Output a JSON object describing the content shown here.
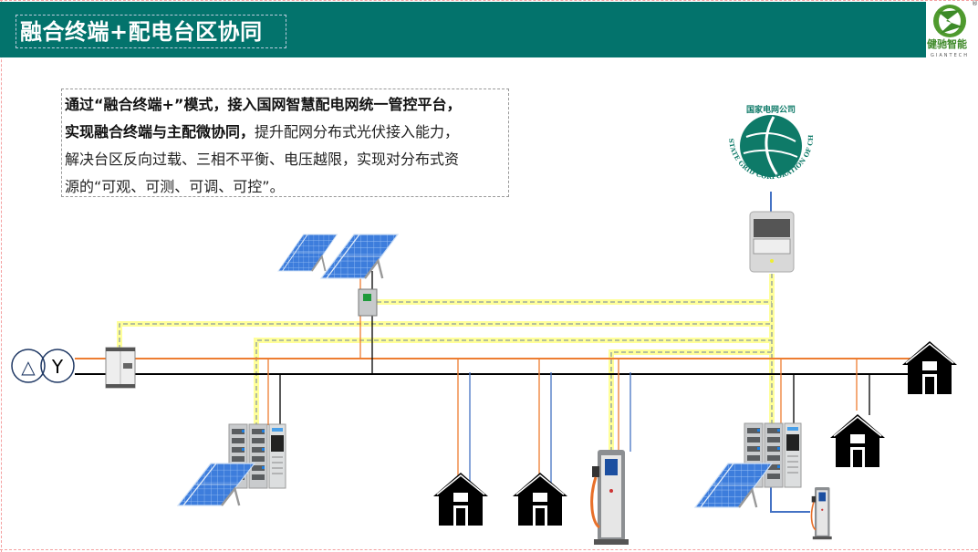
{
  "header": {
    "title": "融合终端+配电台区协同",
    "logo_cn": "健驰智能",
    "logo_en": "GIANTECH",
    "logo_reg": "®"
  },
  "description": {
    "bold_1": "通过“融合终端+”模式，接入国网智慧配电网统一管控平台，",
    "bold_2": "实现融合终端与主配微协同，",
    "normal_2": "提升配网分布式光伏接入能力，",
    "normal_3": "解决台区反向过载、三相不平衡、电压越限，实现对分布式资",
    "normal_4": "源的“可观、可测、可调、可控”。"
  },
  "state_grid_logo": {
    "cn": "国家电网公司",
    "en": "STATE GRID CORPORATION OF CHINA"
  },
  "transformer": {
    "primary_symbol": "△",
    "secondary_symbol": "Y"
  },
  "colors": {
    "header": "#03736c",
    "phase_line": "#ed7d31",
    "neutral_line": "#000000",
    "branch_line": "#4472c4",
    "signal_glow": "#ffff80",
    "signal_dash": "#8a9aa0"
  }
}
